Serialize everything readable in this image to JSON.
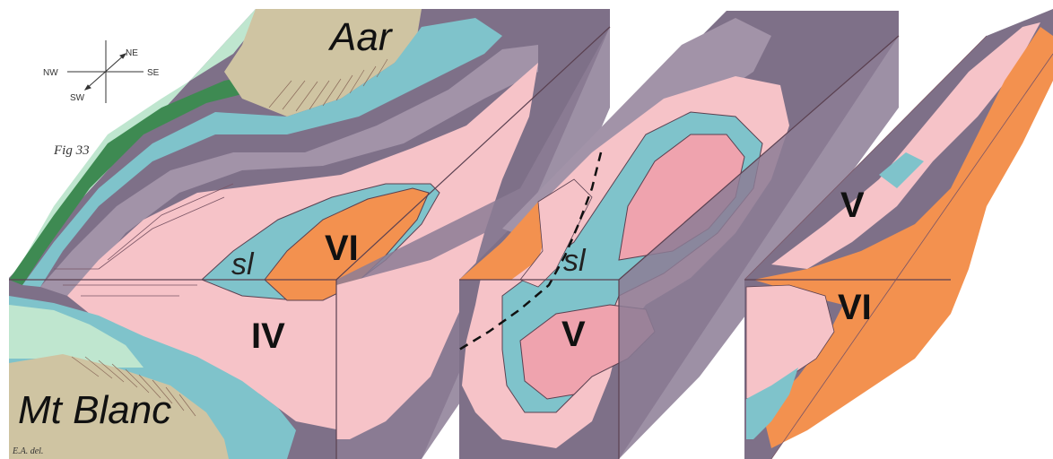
{
  "figure": {
    "fig_label": "Fig 33",
    "credit": "E.A. del.",
    "compass": {
      "nw": "NW",
      "se": "SE",
      "ne": "NE",
      "sw": "SW"
    },
    "massifs": {
      "top": "Aar",
      "bottom": "Mt Blanc"
    },
    "block1": {
      "upper_nappe": "VI",
      "lower_nappe": "IV",
      "sl": "sl"
    },
    "block2": {
      "nappe": "V",
      "sl": "sl"
    },
    "block3": {
      "upper_nappe": "V",
      "lower_nappe": "VI"
    }
  },
  "colors": {
    "pink": "#f6c3c8",
    "pink_deep": "#efa3ae",
    "orange": "#f3914f",
    "blue": "#7fc3cb",
    "slate": "#7e7088",
    "slate_light": "#a293a8",
    "tan": "#cfc4a2",
    "green_light": "#bfe6cf",
    "green_dark": "#3e8a52"
  }
}
